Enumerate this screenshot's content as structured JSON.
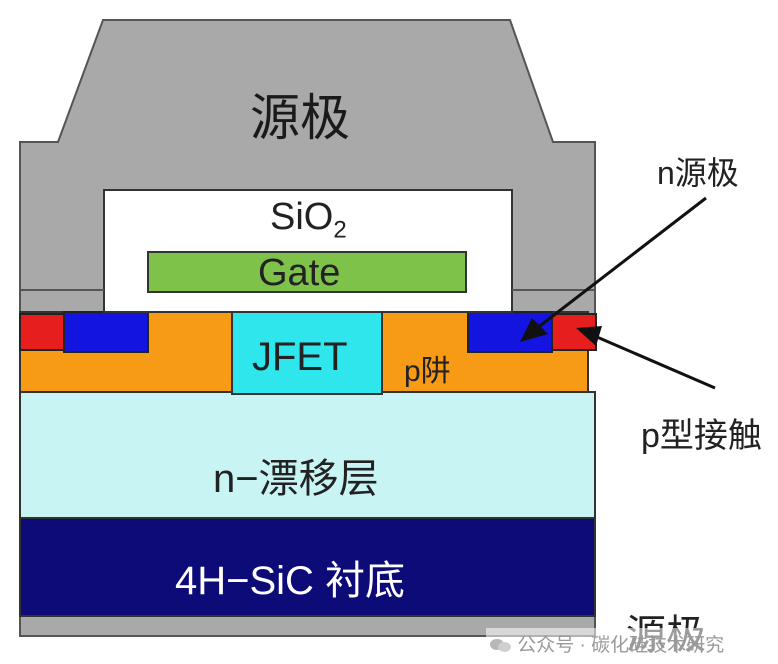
{
  "labels": {
    "source_top": "源极",
    "oxide_main": "SiO",
    "oxide_sub": "2",
    "gate": "Gate",
    "jfet": "JFET",
    "p_well": "p阱",
    "drift": "n−漂移层",
    "substrate": "4H−SiC 衬底",
    "n_source": "n源极",
    "p_contact": "p型接触",
    "drain": "源极"
  },
  "watermark": {
    "prefix": "公众号 ·",
    "name": "碳化硅技术研究"
  },
  "colors": {
    "metal": "#a9a9a9",
    "gate": "#7fc24a",
    "oxide": "#ffffff",
    "jfet": "#2ee6ec",
    "p_well": "#f79b17",
    "n_plus": "#1414e0",
    "p_plus": "#e61e1e",
    "drift": "#c8f4f4",
    "substrate": "#0d0b78"
  },
  "icons": {
    "watermark": "wechat-icon"
  }
}
